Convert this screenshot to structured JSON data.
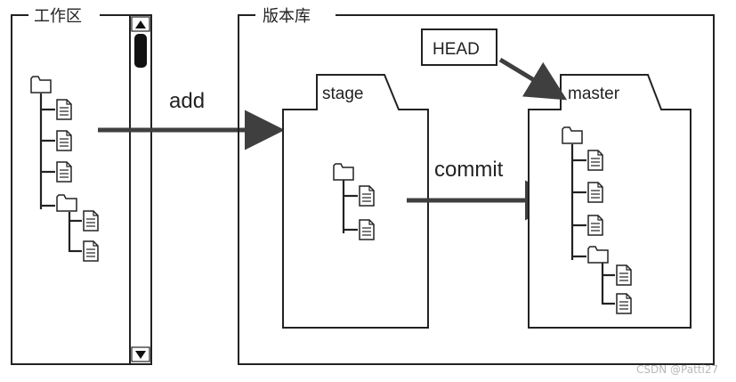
{
  "workspace": {
    "label": "工作区",
    "scrollbar": {
      "up_icon": "triangle-up",
      "down_icon": "triangle-down"
    }
  },
  "repository": {
    "label": "版本库",
    "stage": {
      "label": "stage"
    },
    "master": {
      "label": "master"
    },
    "head": {
      "label": "HEAD"
    }
  },
  "arrows": {
    "add": {
      "label": "add"
    },
    "commit": {
      "label": "commit"
    }
  },
  "watermark": {
    "text": "CSDN @Patti27"
  },
  "colors": {
    "line": "#222222",
    "arrow": "#3f3f3f",
    "background": "#ffffff"
  }
}
